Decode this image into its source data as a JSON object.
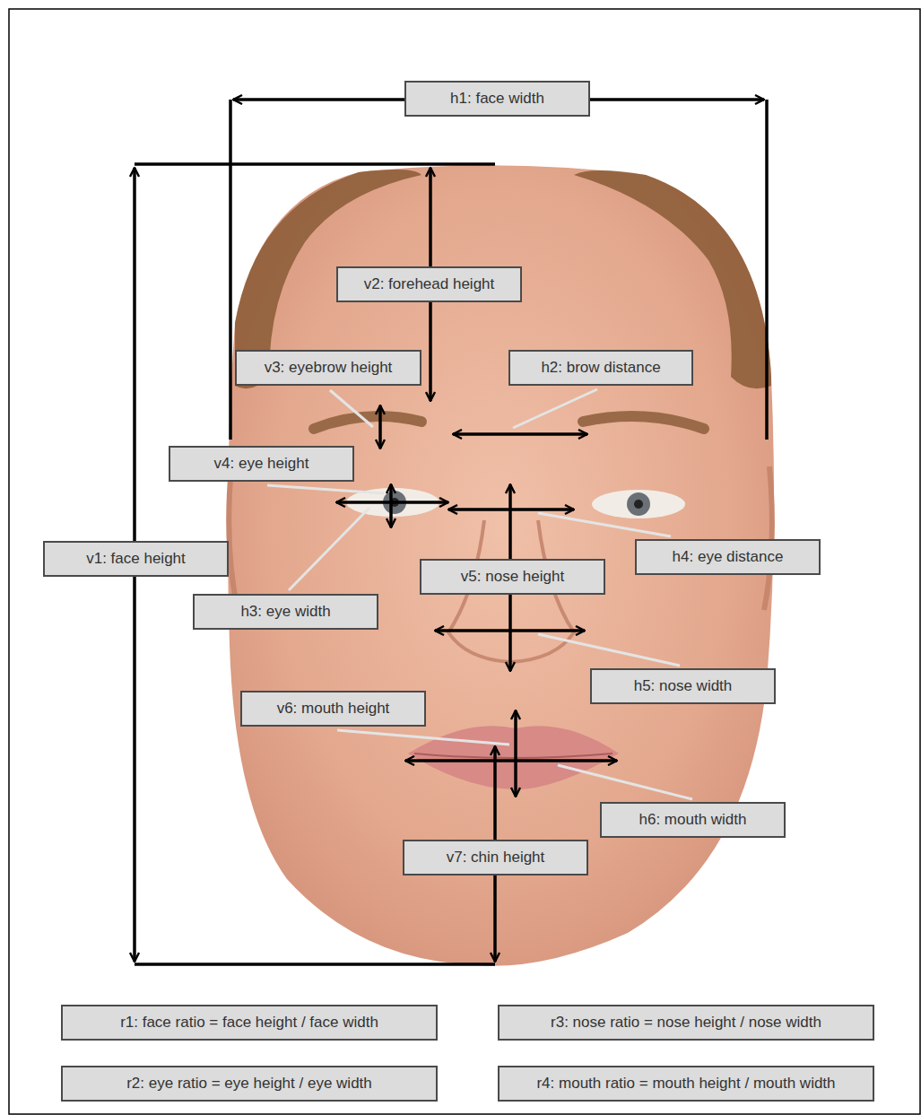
{
  "diagram": {
    "nodes": [
      {
        "text": [
          "h1: face width"
        ]
      },
      {
        "text": [
          "v2: forehead height"
        ]
      },
      {
        "text": [
          "v3: eyebrow height"
        ]
      },
      {
        "text": [
          "h2: brow distance"
        ]
      },
      {
        "text": [
          "v4: eye height"
        ]
      },
      {
        "text": [
          "v1: face height"
        ]
      },
      {
        "text": [
          "v5: nose height"
        ]
      },
      {
        "text": [
          "h4: eye distance"
        ]
      },
      {
        "text": [
          "h3: eye width"
        ]
      },
      {
        "text": [
          "h5: nose width"
        ]
      },
      {
        "text": [
          "v6: mouth height"
        ]
      },
      {
        "text": [
          "h6: mouth width"
        ]
      },
      {
        "text": [
          "v7: chin height"
        ]
      },
      {
        "text": [
          "r1: face ratio = face height / face width"
        ]
      },
      {
        "text": [
          "r3: nose ratio = nose height / nose width"
        ]
      },
      {
        "text": [
          "r2: eye ratio = eye height / eye width"
        ]
      },
      {
        "text": [
          "r4: mouth ratio = mouth height / mouth width"
        ]
      }
    ]
  }
}
